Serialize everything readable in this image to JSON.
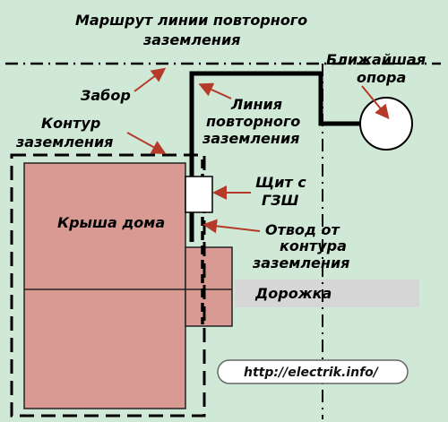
{
  "title_lines": [
    "Маршрут линии повторного",
    "заземления"
  ],
  "labels": {
    "fence": "Забор",
    "contour": [
      "Контур",
      "заземления"
    ],
    "line": [
      "Линия",
      "повторного",
      "заземления"
    ],
    "pole": [
      "Ближайшая",
      "опора"
    ],
    "panel": [
      "Щит с",
      "ГЗШ"
    ],
    "branch": [
      "Отвод от",
      "контура",
      "заземления"
    ],
    "roof": "Крыша дома",
    "path": "Дорожка"
  },
  "url": "http://electrik.info/",
  "colors": {
    "background": "#cfe9d6",
    "roof": "#d99a94",
    "arrow": "#b53a2a",
    "path": "#d6d6d6",
    "panel": "#ffffff"
  }
}
